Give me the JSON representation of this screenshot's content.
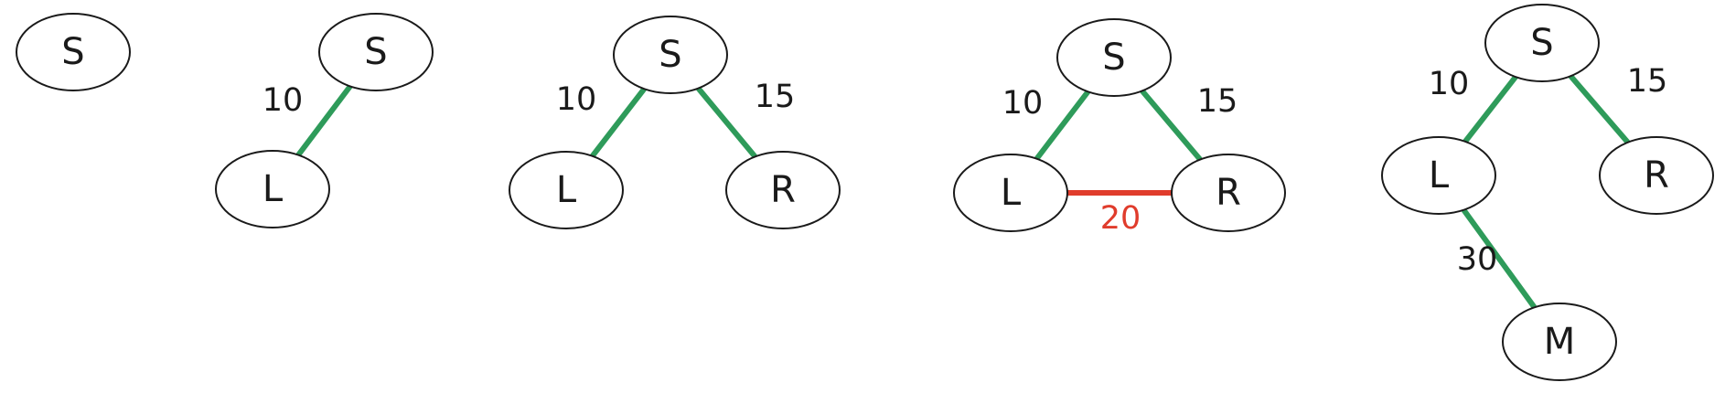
{
  "colors": {
    "tree_edge": "#2e9b5a",
    "rejected_edge": "#e03c2c",
    "text": "#1a1a1a",
    "rejected_label": "#e03c2c"
  },
  "stages": [
    {
      "nodes": [
        {
          "id": "s",
          "label": "S"
        }
      ],
      "edges": []
    },
    {
      "nodes": [
        {
          "id": "s",
          "label": "S"
        },
        {
          "id": "l",
          "label": "L"
        }
      ],
      "edges": [
        {
          "from": "s",
          "to": "l",
          "weight": "10",
          "status": "tree"
        }
      ]
    },
    {
      "nodes": [
        {
          "id": "s",
          "label": "S"
        },
        {
          "id": "l",
          "label": "L"
        },
        {
          "id": "r",
          "label": "R"
        }
      ],
      "edges": [
        {
          "from": "s",
          "to": "l",
          "weight": "10",
          "status": "tree"
        },
        {
          "from": "s",
          "to": "r",
          "weight": "15",
          "status": "tree"
        }
      ]
    },
    {
      "nodes": [
        {
          "id": "s",
          "label": "S"
        },
        {
          "id": "l",
          "label": "L"
        },
        {
          "id": "r",
          "label": "R"
        }
      ],
      "edges": [
        {
          "from": "s",
          "to": "l",
          "weight": "10",
          "status": "tree"
        },
        {
          "from": "s",
          "to": "r",
          "weight": "15",
          "status": "tree"
        },
        {
          "from": "l",
          "to": "r",
          "weight": "20",
          "status": "rejected"
        }
      ]
    },
    {
      "nodes": [
        {
          "id": "s",
          "label": "S"
        },
        {
          "id": "l",
          "label": "L"
        },
        {
          "id": "r",
          "label": "R"
        },
        {
          "id": "m",
          "label": "M"
        }
      ],
      "edges": [
        {
          "from": "s",
          "to": "l",
          "weight": "10",
          "status": "tree"
        },
        {
          "from": "s",
          "to": "r",
          "weight": "15",
          "status": "tree"
        },
        {
          "from": "l",
          "to": "m",
          "weight": "30",
          "status": "tree"
        }
      ]
    }
  ]
}
